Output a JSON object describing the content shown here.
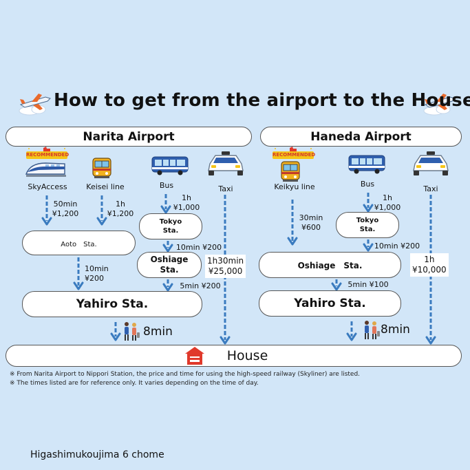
{
  "title": "How to get from the airport to the House",
  "narita": {
    "airport": "Narita Airport",
    "badge": "RECOMMENDED",
    "modes": [
      "SkyAccess",
      "Keisei line",
      "Bus",
      "Taxi"
    ],
    "skyaccess_time": "50min\n¥1,200",
    "keisei_time": "1h\n¥1,200",
    "bus_time": "1h\n¥1,000",
    "tokyo_sta": "Tokyo\nSta.",
    "tokyo_to_oshiage": "10min ¥200",
    "oshiage_sta": "Oshiage\nSta.",
    "oshiage_to_yahiro": "5min ¥200",
    "aoto_sta": "Aoto　Sta.",
    "aoto_to_yahiro": "10min\n¥200",
    "taxi_time": "1h30min\n¥25,000",
    "yahiro_sta": "Yahiro Sta.",
    "walk_time": "8min"
  },
  "haneda": {
    "airport": "Haneda Airport",
    "badge": "RECOMMENDED",
    "modes": [
      "Keikyu line",
      "Bus",
      "Taxi"
    ],
    "keikyu_time": "30min\n¥600",
    "bus_time": "1h\n¥1,000",
    "tokyo_sta": "Tokyo\nSta.",
    "tokyo_to_oshiage": "10min ¥200",
    "oshiage_sta": "Oshiage　Sta.",
    "oshiage_to_yahiro": "5min ¥100",
    "taxi_time": "1h\n¥10,000",
    "yahiro_sta": "Yahiro Sta.",
    "walk_time": "8min"
  },
  "house": "House",
  "footnotes": [
    "※ From Narita Airport to Nippori Station, the price and time for using the high-speed railway (Skyliner) are listed.",
    "※ The times listed are for reference only. It varies depending on the time of day."
  ],
  "area": "Higashimukoujima 6 chome",
  "colors": {
    "background": "#d2e6f8",
    "arrow": "#3a7bbf",
    "badge": "#f5c518",
    "badge_text": "#d43a2a",
    "house_icon": "#e0392b"
  },
  "icons": [
    "airplane-icon",
    "recommended-badge-icon",
    "skyaccess-train-icon",
    "keisei-train-icon",
    "bus-icon",
    "taxi-icon",
    "keikyu-train-icon",
    "walking-people-icon",
    "house-icon"
  ]
}
